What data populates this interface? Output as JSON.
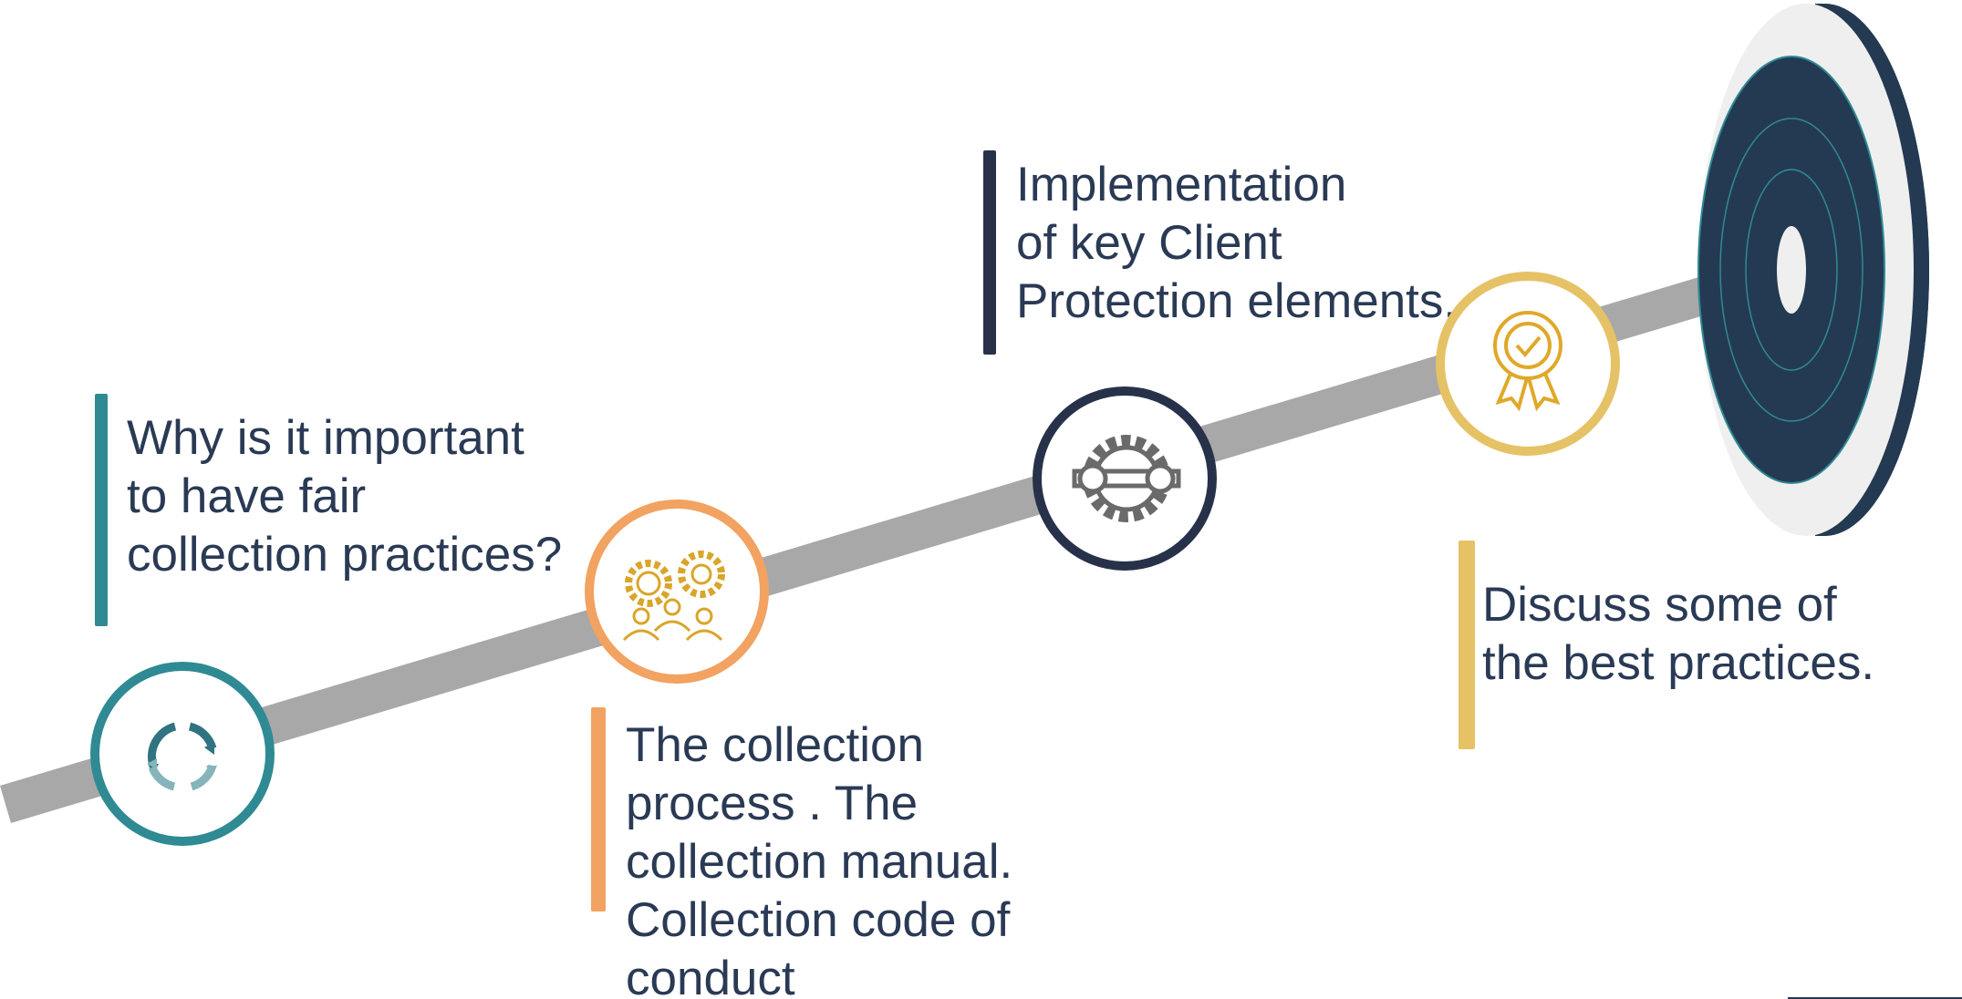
{
  "steps": [
    {
      "lines": [
        "Why is it important",
        "to have fair",
        "collection practices?"
      ],
      "icon": "refresh-arrows-icon",
      "color": "#2f8a93"
    },
    {
      "lines": [
        "The collection",
        "process . The",
        "collection manual.",
        "Collection code of",
        "conduct"
      ],
      "icon": "gears-team-icon",
      "color": "#f2a261"
    },
    {
      "lines": [
        "Implementation",
        "of  key Client",
        "Protection elements."
      ],
      "icon": "gear-wrench-icon",
      "color": "#27324a"
    },
    {
      "lines": [
        "Discuss some of",
        "the best practices."
      ],
      "icon": "award-ribbon-icon",
      "color": "#e6c266"
    }
  ],
  "colors": {
    "arrow": "#a8a8a8",
    "text": "#2a3a55",
    "target_dark": "#243a52",
    "target_light": "#efefef"
  }
}
